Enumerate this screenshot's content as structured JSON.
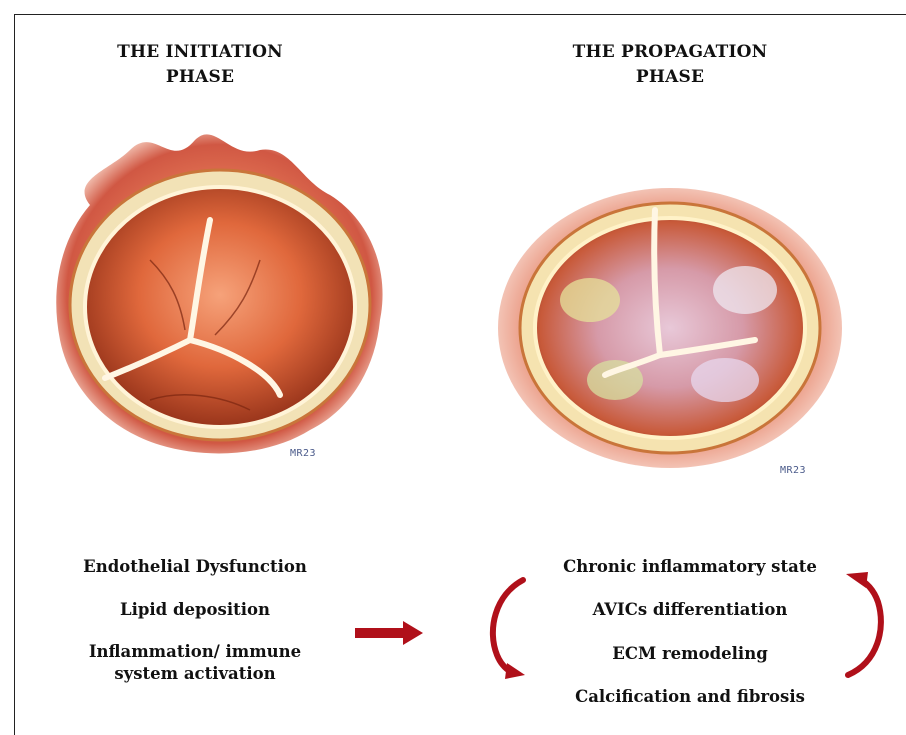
{
  "initiation": {
    "title_line1": "THE INITIATION",
    "title_line2": "PHASE",
    "signature": "MR23",
    "labels": [
      "Endothelial Dysfunction",
      "Lipid deposition"
    ],
    "label_multi_line1": "Inflammation/ immune",
    "label_multi_line2": "system activation"
  },
  "propagation": {
    "title_line1": "THE PROPAGATION",
    "title_line2": "PHASE",
    "signature": "MR23",
    "labels": [
      "Chronic inflammatory state",
      "AVICs differentiation",
      "ECM remodeling",
      "Calcification and fibrosis"
    ]
  },
  "colors": {
    "arrow": "#b0101a",
    "valve_ring": "#f4e6c0",
    "tissue": "#d9462a"
  }
}
